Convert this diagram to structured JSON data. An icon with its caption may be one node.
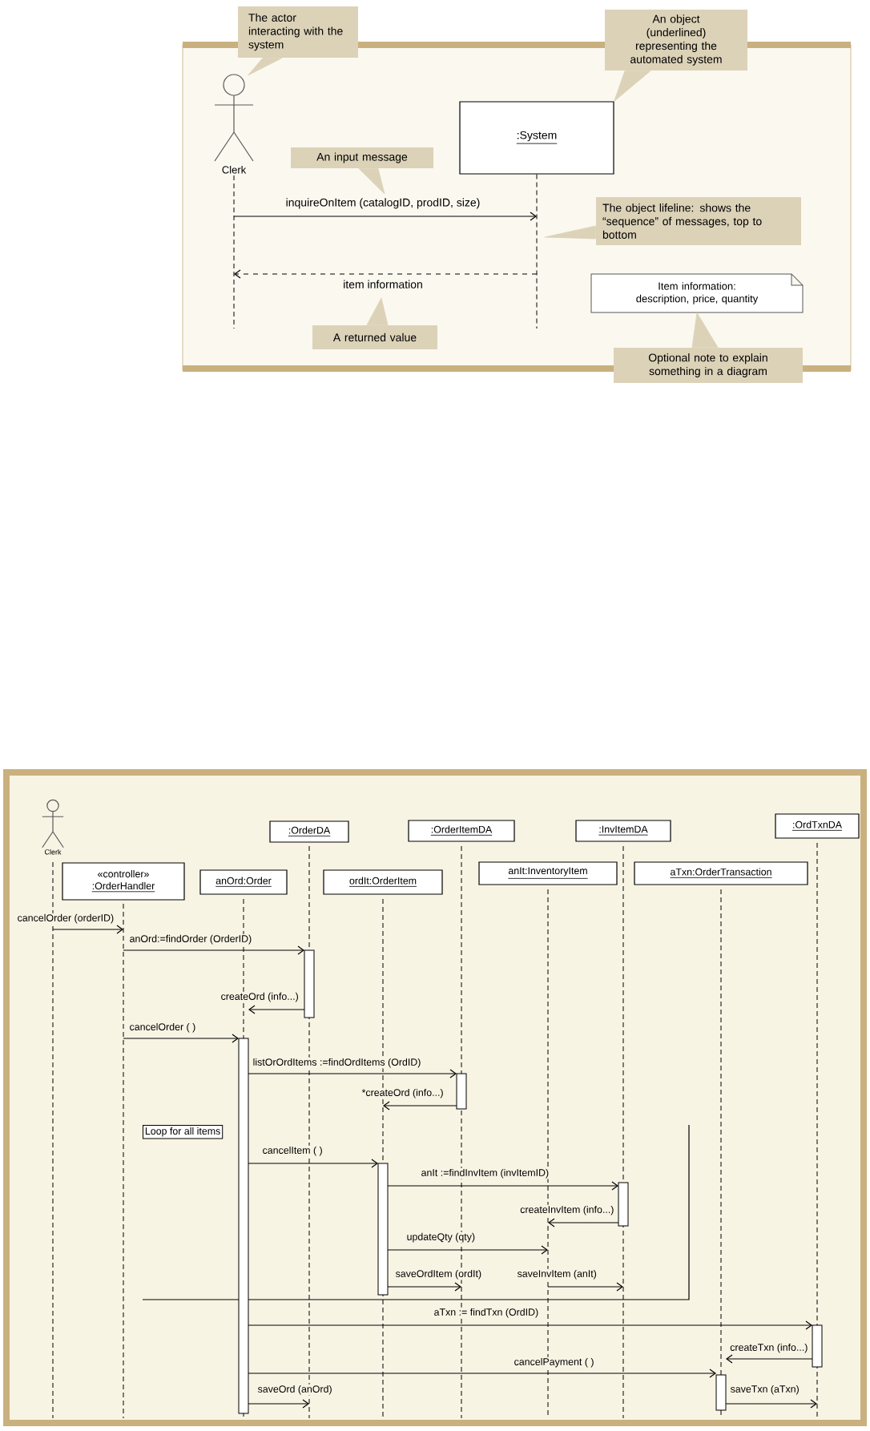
{
  "diagram": {
    "nodes": [
      {
        "text": [
          "Clerk"
        ]
      },
      {
        "text": [
          ":System"
        ]
      },
      {
        "text": [
          "Item information: description, price, quantity"
        ]
      },
      {
        "text": [
          "The actor interacting with the system"
        ]
      },
      {
        "text": [
          "An object (underlined) representing the automated system"
        ]
      },
      {
        "text": [
          "An input message"
        ]
      },
      {
        "text": [
          "The object lifeline: shows the “sequence” of messages, top to bottom"
        ]
      },
      {
        "text": [
          "A returned value"
        ]
      },
      {
        "text": [
          "Optional note to explain something in a diagram"
        ]
      },
      {
        "text": [
          "Clerk"
        ]
      },
      {
        "text": [
          "«controller»",
          ":OrderHandler"
        ]
      },
      {
        "text": [
          "anOrd:Order"
        ]
      },
      {
        "text": [
          ":OrderDA"
        ]
      },
      {
        "text": [
          "ordIt:OrderItem"
        ]
      },
      {
        "text": [
          ":OrderItemDA"
        ]
      },
      {
        "text": [
          "anIt:InventoryItem"
        ]
      },
      {
        "text": [
          ":InvItemDA"
        ]
      },
      {
        "text": [
          "aTxn:OrderTransaction"
        ]
      },
      {
        "text": [
          ":OrdTxnDA"
        ]
      },
      {
        "text": [
          "Loop for all items"
        ]
      },
      {
        "text": [],
        "shape": "lifeline"
      },
      {
        "text": [],
        "shape": "lifeline"
      },
      {
        "text": [],
        "shape": "lifeline"
      },
      {
        "text": [],
        "shape": "lifeline"
      },
      {
        "text": [],
        "shape": "lifeline"
      },
      {
        "text": [],
        "shape": "lifeline"
      },
      {
        "text": [],
        "shape": "lifeline"
      },
      {
        "text": [],
        "shape": "lifeline"
      },
      {
        "text": [],
        "shape": "lifeline"
      },
      {
        "text": [],
        "shape": "lifeline"
      }
    ],
    "edges": [
      {
        "from": 0,
        "to": 1,
        "arrow": "to",
        "label": "inquireOnItem (catalogID, prodID, size)"
      },
      {
        "from": 1,
        "to": 0,
        "arrow": "to",
        "label": "item information",
        "style": "dashed"
      },
      {
        "from": 3,
        "to": 0,
        "arrow": "to",
        "color": "#dcd2b8"
      },
      {
        "from": 4,
        "to": 1,
        "arrow": "to",
        "color": "#dcd2b8"
      },
      {
        "from": 5,
        "to": null,
        "arrow": "to",
        "color": "#dcd2b8"
      },
      {
        "from": 6,
        "to": null,
        "arrow": "to",
        "color": "#dcd2b8"
      },
      {
        "from": 7,
        "to": null,
        "arrow": "to",
        "color": "#dcd2b8"
      },
      {
        "from": 8,
        "to": 2,
        "arrow": "to",
        "color": "#dcd2b8"
      },
      {
        "from": 20,
        "to": 21,
        "arrow": "to",
        "label": "cancelOrder (orderID)"
      },
      {
        "from": 21,
        "to": 23,
        "arrow": "to",
        "label": "anOrd:=findOrder (OrderID)"
      },
      {
        "from": 23,
        "to": 22,
        "arrow": "to",
        "label": "createOrd (info...)"
      },
      {
        "from": 21,
        "to": 22,
        "arrow": "to",
        "label": "cancelOrder ( )"
      },
      {
        "from": 22,
        "to": 25,
        "arrow": "to",
        "label": "listOrOrdItems :=findOrdItems (OrdID)"
      },
      {
        "from": 25,
        "to": 24,
        "arrow": "to",
        "label": "*createOrd (info...)"
      },
      {
        "from": 22,
        "to": 24,
        "arrow": "to",
        "label": "cancelItem ( )"
      },
      {
        "from": 24,
        "to": 27,
        "arrow": "to",
        "label": "anIt :=findInvItem (invItemID)"
      },
      {
        "from": 27,
        "to": 26,
        "arrow": "to",
        "label": "createInvItem (info...)"
      },
      {
        "from": 24,
        "to": 26,
        "arrow": "to",
        "label": "updateQty (qty)"
      },
      {
        "from": 24,
        "to": 25,
        "arrow": "to",
        "label": "saveOrdItem (ordIt)"
      },
      {
        "from": 26,
        "to": 27,
        "arrow": "to",
        "label": "saveInvItem (anIt)"
      },
      {
        "from": 22,
        "to": 29,
        "arrow": "to",
        "label": "aTxn := findTxn (OrdID)"
      },
      {
        "from": 29,
        "to": 28,
        "arrow": "to",
        "label": "createTxn (info...)"
      },
      {
        "from": 22,
        "to": 28,
        "arrow": "to",
        "label": "cancelPayment ( )"
      },
      {
        "from": 22,
        "to": 23,
        "arrow": "to",
        "label": "saveOrd (anOrd)"
      },
      {
        "from": 28,
        "to": 29,
        "arrow": "to",
        "label": "saveTxn (aTxn)"
      }
    ]
  }
}
